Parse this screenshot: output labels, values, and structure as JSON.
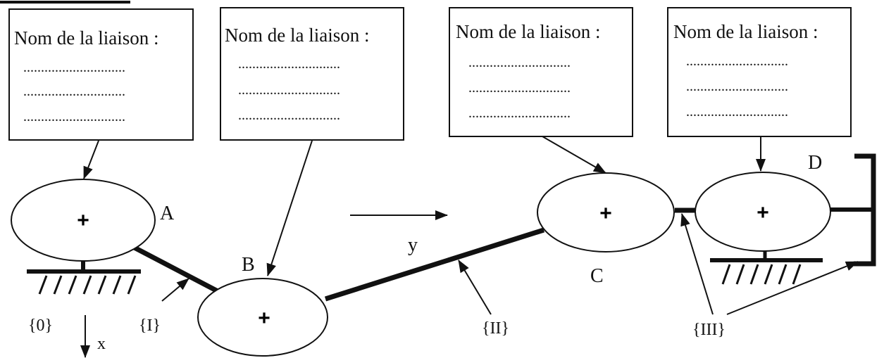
{
  "boxes": [
    {
      "title": "Nom de la liaison :",
      "lines": [
        ".............................",
        ".............................",
        "............................."
      ]
    },
    {
      "title": "Nom de la liaison :",
      "lines": [
        ".............................",
        ".............................",
        "............................."
      ]
    },
    {
      "title": "Nom de la liaison :",
      "lines": [
        ".............................",
        ".............................",
        "............................."
      ]
    },
    {
      "title": "Nom de la liaison :",
      "lines": [
        ".............................",
        ".............................",
        "............................."
      ]
    }
  ],
  "joints": {
    "A": "A",
    "B": "B",
    "C": "C",
    "D": "D",
    "plus": "+"
  },
  "parts": {
    "ground": "{0}",
    "p1": "{I}",
    "p2": "{II}",
    "p3": "{III}"
  },
  "axes": {
    "x": "x",
    "y": "y"
  }
}
